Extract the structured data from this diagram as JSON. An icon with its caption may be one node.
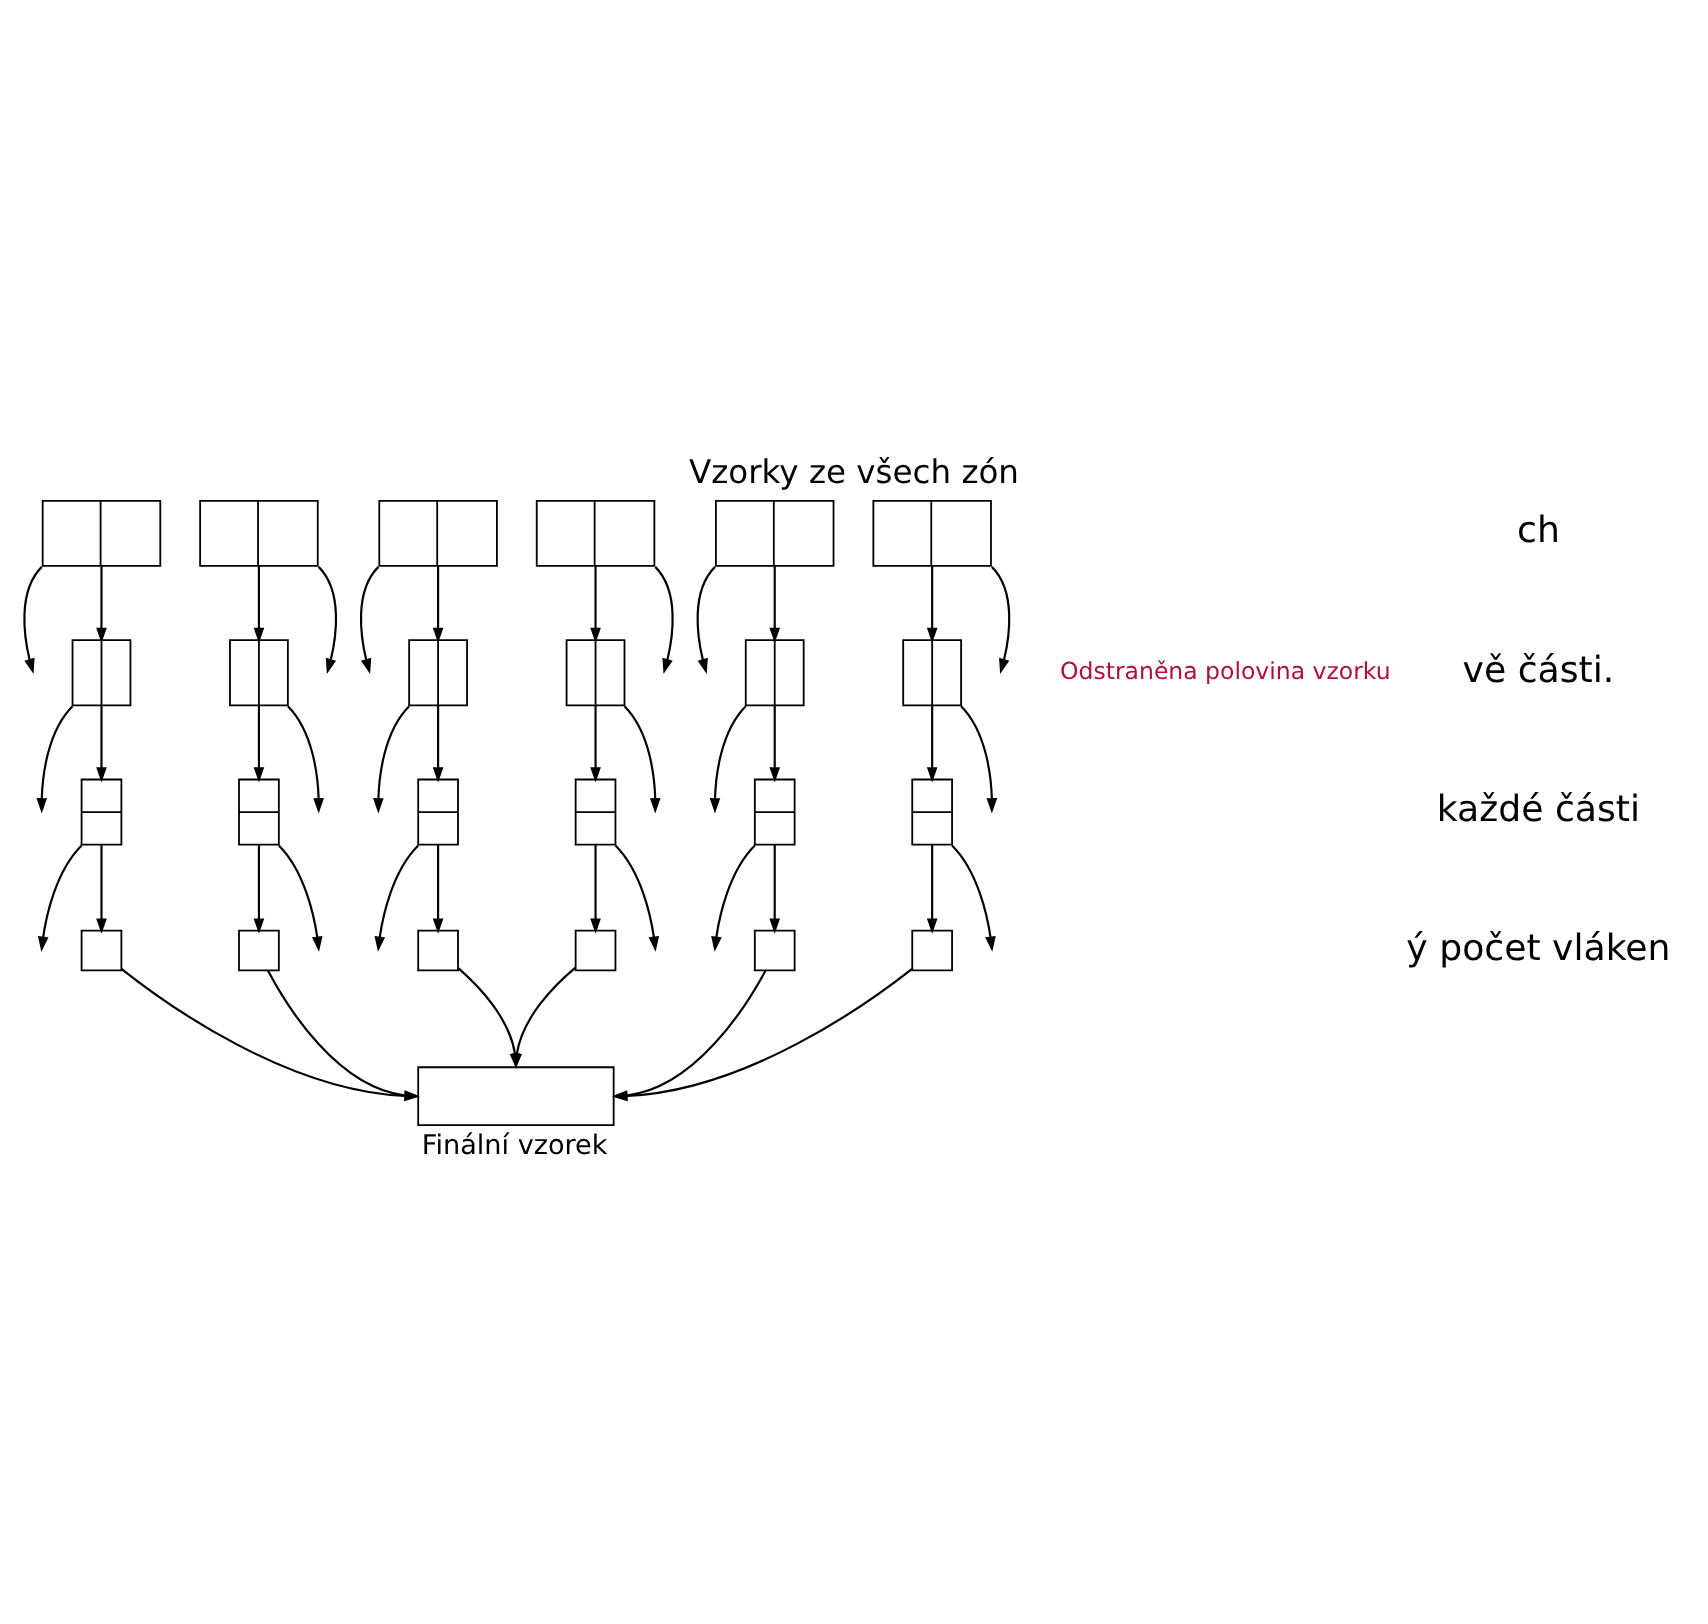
{
  "diagram": {
    "title": "Vzorky ze všech zón",
    "nodes": [
      {
        "text": [],
        "shape": "box"
      },
      {
        "text": [],
        "shape": "box"
      },
      {
        "text": [],
        "shape": "box"
      },
      {
        "text": [],
        "shape": "box"
      },
      {
        "text": [],
        "shape": "box"
      },
      {
        "text": [],
        "shape": "box"
      },
      {
        "text": [],
        "shape": "box"
      },
      {
        "text": [],
        "shape": "box"
      },
      {
        "text": [],
        "shape": "box"
      },
      {
        "text": [],
        "shape": "box"
      },
      {
        "text": [],
        "shape": "box"
      },
      {
        "text": [],
        "shape": "box"
      },
      {
        "text": [],
        "shape": "box"
      },
      {
        "text": [],
        "shape": "box"
      },
      {
        "text": [],
        "shape": "box"
      },
      {
        "text": [],
        "shape": "box"
      },
      {
        "text": [],
        "shape": "box"
      },
      {
        "text": [],
        "shape": "box"
      },
      {
        "text": [],
        "shape": "box"
      },
      {
        "text": [],
        "shape": "box"
      },
      {
        "text": [],
        "shape": "box"
      },
      {
        "text": [],
        "shape": "box"
      },
      {
        "text": [],
        "shape": "box"
      },
      {
        "text": [],
        "shape": "box"
      },
      {
        "text": [],
        "shape": "box",
        "beside": [
          "Finální vzorek"
        ]
      }
    ],
    "edges": [
      {
        "from": 0,
        "to": null,
        "arrow": "to"
      },
      {
        "from": 0,
        "to": 6,
        "arrow": "to"
      },
      {
        "from": 1,
        "to": 7,
        "arrow": "to"
      },
      {
        "from": 1,
        "to": null,
        "arrow": "to"
      },
      {
        "from": 2,
        "to": null,
        "arrow": "to"
      },
      {
        "from": 2,
        "to": 8,
        "arrow": "to"
      },
      {
        "from": 3,
        "to": 9,
        "arrow": "to"
      },
      {
        "from": 3,
        "to": null,
        "arrow": "to"
      },
      {
        "from": 4,
        "to": null,
        "arrow": "to"
      },
      {
        "from": 4,
        "to": 10,
        "arrow": "to"
      },
      {
        "from": 5,
        "to": 11,
        "arrow": "to"
      },
      {
        "from": 5,
        "to": null,
        "arrow": "to"
      },
      {
        "from": 6,
        "to": null,
        "arrow": "to"
      },
      {
        "from": 6,
        "to": 12,
        "arrow": "to"
      },
      {
        "from": 7,
        "to": 13,
        "arrow": "to"
      },
      {
        "from": 7,
        "to": null,
        "arrow": "to"
      },
      {
        "from": 8,
        "to": null,
        "arrow": "to"
      },
      {
        "from": 8,
        "to": 14,
        "arrow": "to"
      },
      {
        "from": 9,
        "to": 15,
        "arrow": "to"
      },
      {
        "from": 9,
        "to": null,
        "arrow": "to"
      },
      {
        "from": 10,
        "to": null,
        "arrow": "to"
      },
      {
        "from": 10,
        "to": 16,
        "arrow": "to"
      },
      {
        "from": 11,
        "to": 17,
        "arrow": "to"
      },
      {
        "from": 11,
        "to": null,
        "arrow": "to"
      },
      {
        "from": 12,
        "to": null,
        "arrow": "to"
      },
      {
        "from": 12,
        "to": 18,
        "arrow": "to"
      },
      {
        "from": 13,
        "to": 19,
        "arrow": "to"
      },
      {
        "from": 13,
        "to": null,
        "arrow": "to"
      },
      {
        "from": 14,
        "to": null,
        "arrow": "to"
      },
      {
        "from": 14,
        "to": 20,
        "arrow": "to"
      },
      {
        "from": 15,
        "to": 21,
        "arrow": "to"
      },
      {
        "from": 15,
        "to": null,
        "arrow": "to"
      },
      {
        "from": 16,
        "to": null,
        "arrow": "to"
      },
      {
        "from": 16,
        "to": 22,
        "arrow": "to"
      },
      {
        "from": 17,
        "to": 23,
        "arrow": "to"
      },
      {
        "from": 17,
        "to": null,
        "arrow": "to"
      },
      {
        "from": 18,
        "to": 24,
        "arrow": "to"
      },
      {
        "from": 19,
        "to": 24,
        "arrow": "to"
      },
      {
        "from": 20,
        "to": 24,
        "arrow": "to"
      },
      {
        "from": 21,
        "to": 24,
        "arrow": "to"
      },
      {
        "from": 22,
        "to": 24,
        "arrow": "to"
      },
      {
        "from": 23,
        "to": 24,
        "arrow": "to"
      }
    ],
    "labels": [
      "Odstraněna polovina vzorku",
      "ch",
      "vě části.",
      "každé části",
      "ý počet vláken"
    ]
  }
}
